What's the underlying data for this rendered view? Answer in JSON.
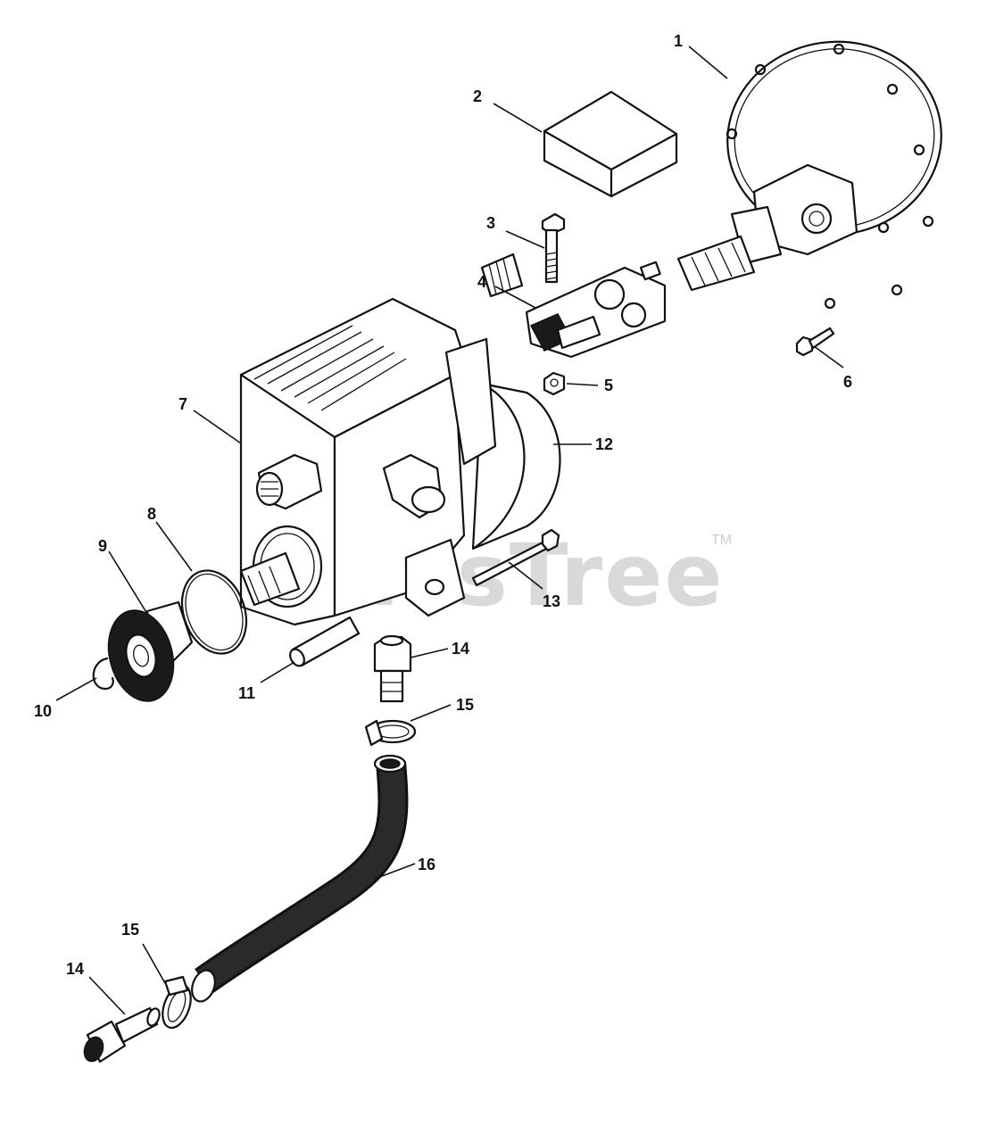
{
  "watermark": {
    "text": "PartsTree",
    "trademark": "TM"
  },
  "callouts": [
    {
      "id": "c1",
      "label": "1"
    },
    {
      "id": "c2",
      "label": "2"
    },
    {
      "id": "c3",
      "label": "3"
    },
    {
      "id": "c4",
      "label": "4"
    },
    {
      "id": "c5",
      "label": "5"
    },
    {
      "id": "c6",
      "label": "6"
    },
    {
      "id": "c7",
      "label": "7"
    },
    {
      "id": "c8",
      "label": "8"
    },
    {
      "id": "c9",
      "label": "9"
    },
    {
      "id": "c10",
      "label": "10"
    },
    {
      "id": "c11",
      "label": "11"
    },
    {
      "id": "c12",
      "label": "12"
    },
    {
      "id": "c13",
      "label": "13"
    },
    {
      "id": "c14a",
      "label": "14"
    },
    {
      "id": "c15a",
      "label": "15"
    },
    {
      "id": "c16",
      "label": "16"
    },
    {
      "id": "c15b",
      "label": "15"
    },
    {
      "id": "c14b",
      "label": "14"
    }
  ]
}
